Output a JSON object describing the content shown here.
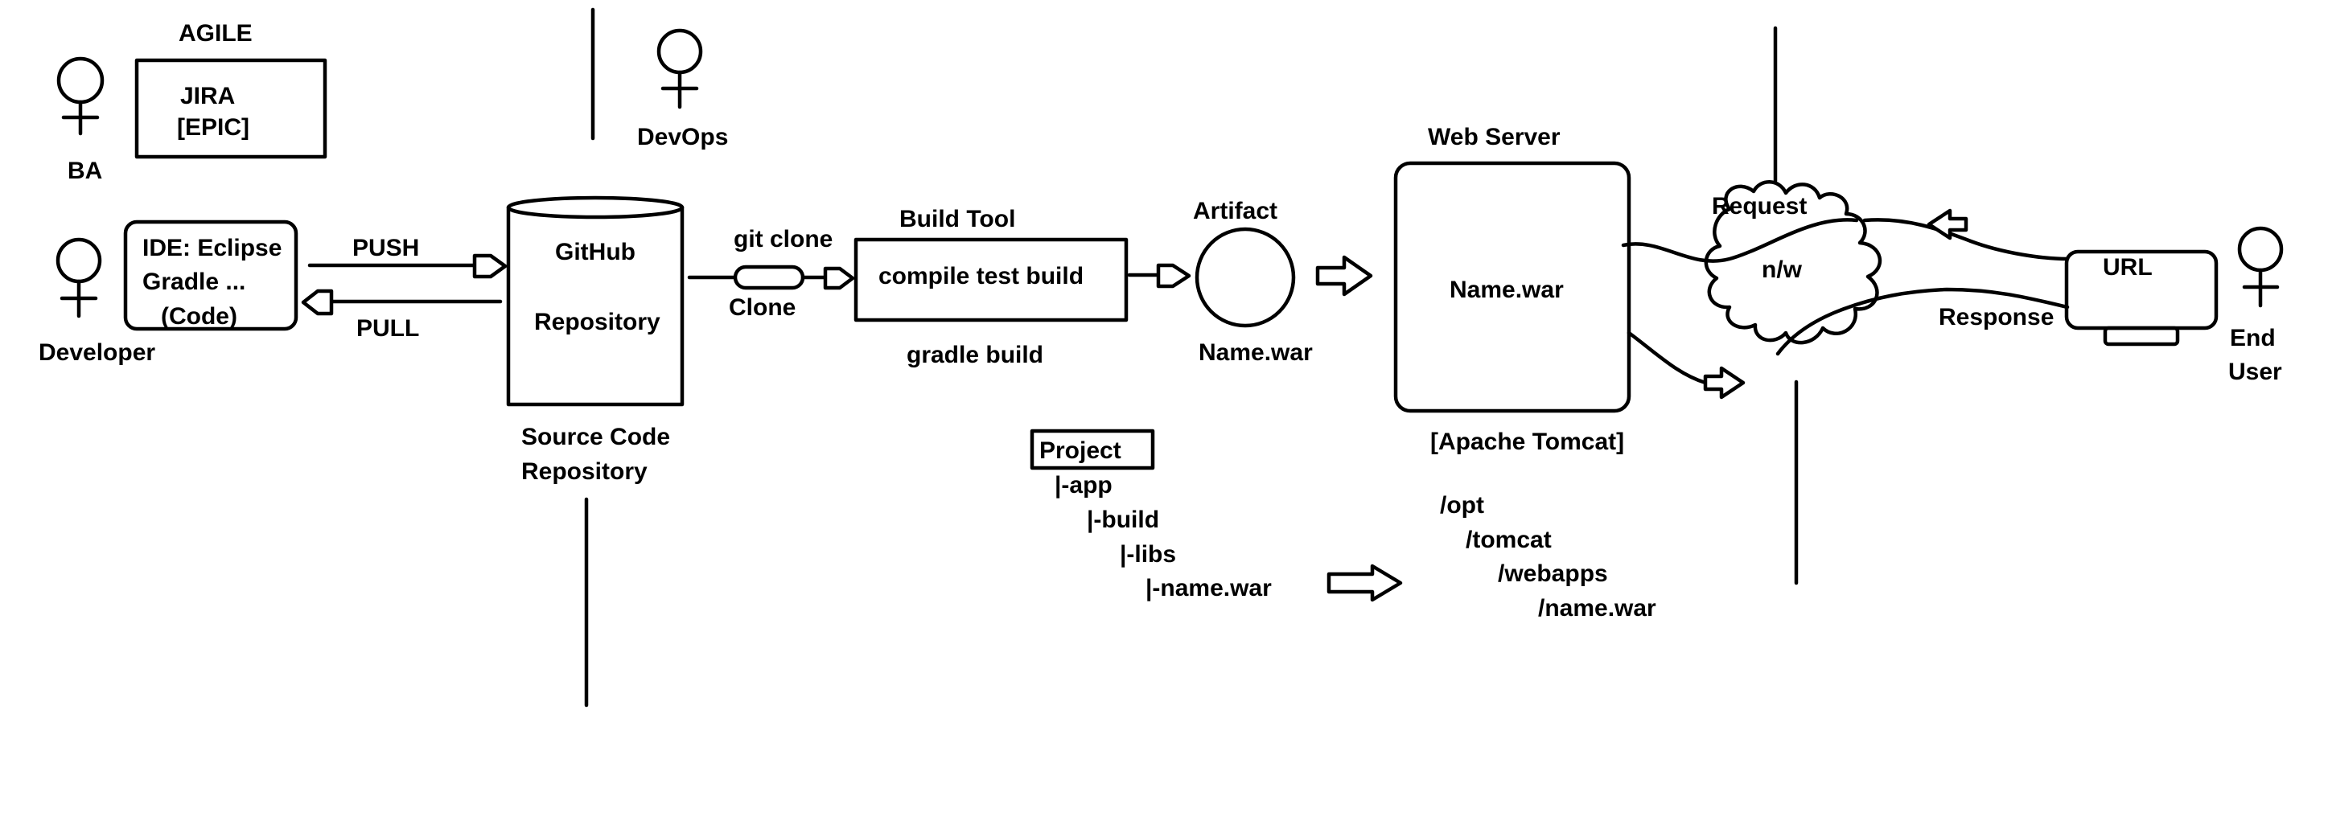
{
  "agile": {
    "title": "AGILE",
    "jira_line1": "JIRA",
    "jira_line2": "[EPIC]",
    "ba_label": "BA"
  },
  "devops_label": "DevOps",
  "developer": {
    "label": "Developer",
    "ide_line1": "IDE: Eclipse",
    "ide_line2": "Gradle ...",
    "ide_line3": "(Code)"
  },
  "push_label": "PUSH",
  "pull_label": "PULL",
  "github": {
    "name": "GitHub",
    "sub": "Repository",
    "caption_line1": "Source Code",
    "caption_line2": "Repository"
  },
  "clone": {
    "top_label": "git clone",
    "bottom_label": "Clone"
  },
  "build": {
    "title": "Build Tool",
    "box_text": "compile test build",
    "caption": "gradle build"
  },
  "artifact": {
    "title": "Artifact",
    "caption": "Name.war"
  },
  "webserver": {
    "title": "Web Server",
    "box_text": "Name.war",
    "caption": "[Apache Tomcat]"
  },
  "project_tree": {
    "root": "Project",
    "app": "|-app",
    "build": "|-build",
    "libs": "|-libs",
    "war_prefix": "|-",
    "war_name": "name.war"
  },
  "tomcat_path": {
    "l1": "/opt",
    "l2": "/tomcat",
    "l3": "/webapps",
    "l4": "/name.war"
  },
  "network": {
    "cloud_label": "n/w",
    "request_label": "Request",
    "response_label": "Response"
  },
  "end_user": {
    "url_label": "URL",
    "label_line1": "End",
    "label_line2": "User"
  },
  "colors": {
    "ink": "#000000",
    "highlight": "#e8141c",
    "background": "#ffffff"
  }
}
